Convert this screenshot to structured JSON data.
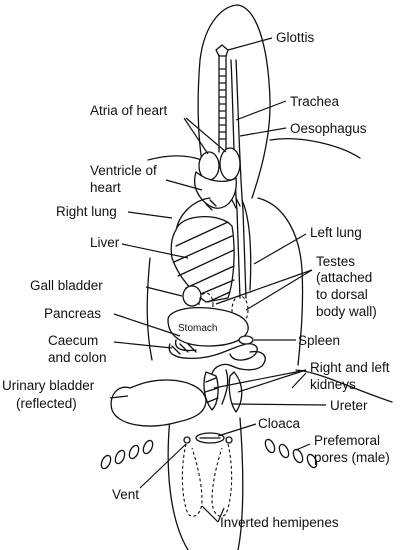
{
  "labels": {
    "glottis": "Glottis",
    "trachea": "Trachea",
    "atria": "Atria of heart",
    "oesophagus": "Oesophagus",
    "ventricle_1": "Ventricle of",
    "ventricle_2": "heart",
    "right_lung": "Right lung",
    "liver": "Liver",
    "left_lung": "Left lung",
    "testes_1": "Testes",
    "testes_2": "(attached",
    "testes_3": "to dorsal",
    "testes_4": "body wall)",
    "gall_bladder": "Gall bladder",
    "pancreas": "Pancreas",
    "stomach": "Stomach",
    "caecum_1": "Caecum",
    "caecum_2": "and colon",
    "spleen": "Spleen",
    "kidneys_1": "Right and left",
    "kidneys_2": "kidneys",
    "urinary_1": "Urinary bladder",
    "urinary_2": "(reflected)",
    "ureter": "Ureter",
    "cloaca": "Cloaca",
    "prefemoral_1": "Prefemoral",
    "prefemoral_2": "pores (male)",
    "vent": "Vent",
    "hemipenes": "Inverted hemipenes"
  }
}
